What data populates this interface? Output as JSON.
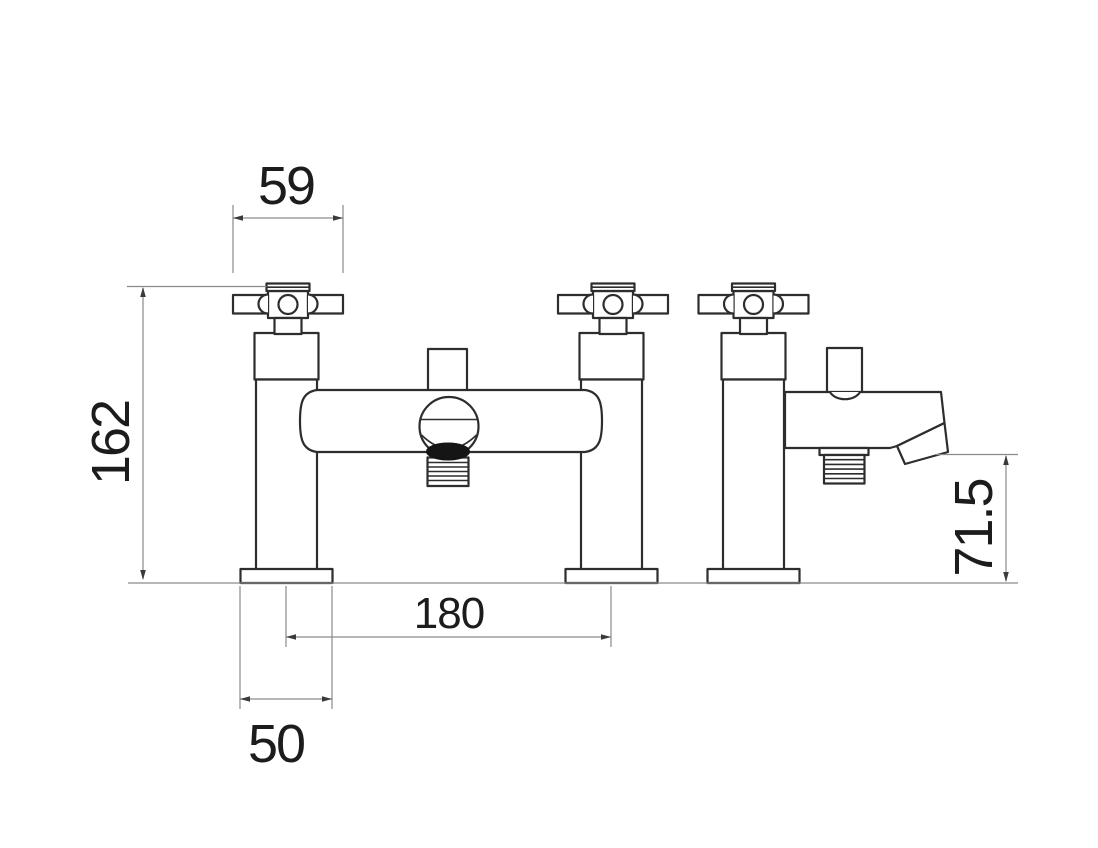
{
  "drawing": {
    "type": "technical-dimension-drawing",
    "subject": "bath-shower-mixer-tap",
    "views": [
      "front",
      "side"
    ],
    "dimensions": {
      "handle_width": "59",
      "overall_height": "162",
      "tap_centres": "180",
      "base_width": "50",
      "spout_height": "71.5"
    },
    "colors": {
      "background": "#ffffff",
      "object_line": "#2d2d2d",
      "dimension_line": "#8a8a8a",
      "text": "#1c1c1c",
      "seal_fill": "#151515"
    }
  }
}
